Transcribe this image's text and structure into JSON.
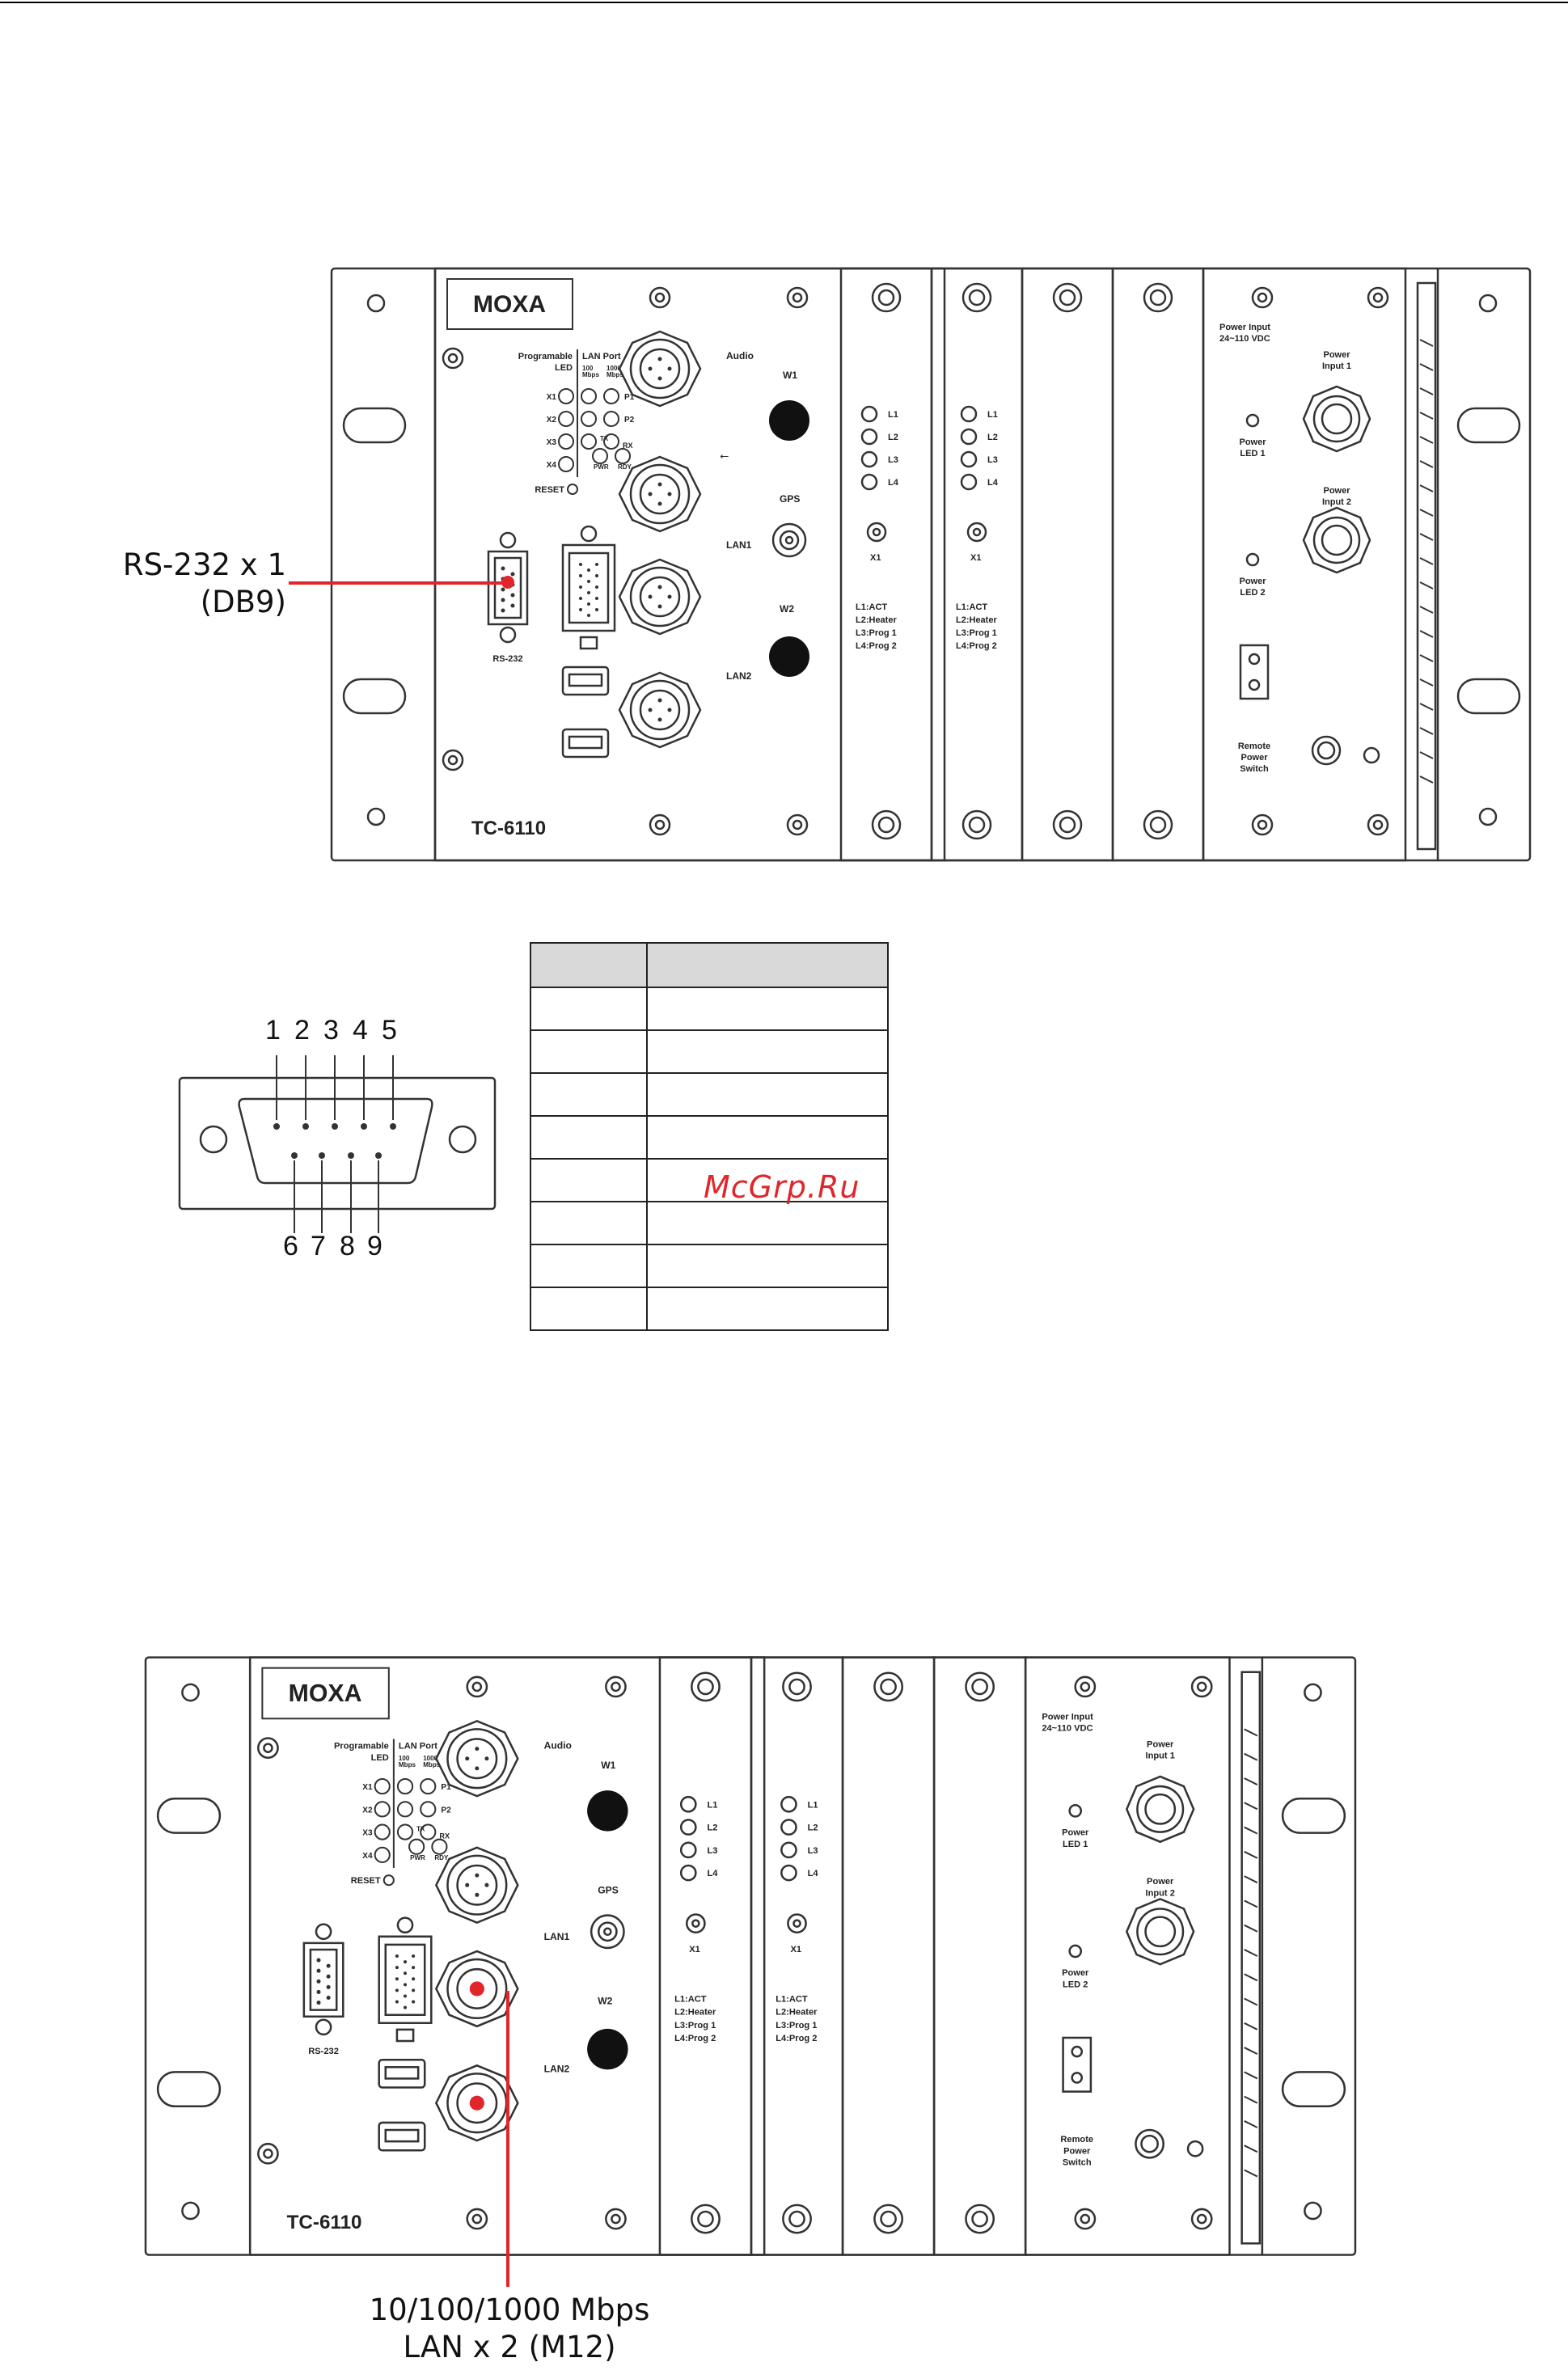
{
  "figure1": {
    "brand": "MOXA",
    "model": "TC-6110",
    "panel": {
      "programable_led": "Programable",
      "led": "LED",
      "lan_port": "LAN Port",
      "mbps100": "100",
      "mbps100_unit": "Mbps",
      "mbps1000": "1000",
      "mbps1000_unit": "Mbps",
      "x1": "X1",
      "x2": "X2",
      "x3": "X3",
      "x4": "X4",
      "p1": "P1",
      "p2": "P2",
      "tx": "TX",
      "rx": "RX",
      "pwr": "PWR",
      "rdy": "RDY",
      "reset": "RESET",
      "audio": "Audio",
      "w1": "W1",
      "gps": "GPS",
      "w2": "W2",
      "lan1": "LAN1",
      "lan2": "LAN2",
      "rs232": "RS-232",
      "card_l1": "L1",
      "card_l2": "L2",
      "card_l3": "L3",
      "card_l4": "L4",
      "card_x1": "X1",
      "legend_1": "L1:ACT",
      "legend_2": "L2:Heater",
      "legend_3": "L3:Prog 1",
      "legend_4": "L4:Prog 2",
      "power_input": "Power Input",
      "power_range": "24~110 VDC",
      "power_input_1a": "Power",
      "power_input_1b": "Input 1",
      "power_input_2a": "Power",
      "power_input_2b": "Input 2",
      "power_led_1a": "Power",
      "power_led_1b": "LED 1",
      "power_led_2a": "Power",
      "power_led_2b": "LED 2",
      "remote_a": "Remote",
      "remote_b": "Power",
      "remote_c": "Switch"
    },
    "callout_line1": "RS-232 x 1",
    "callout_line2": "(DB9)"
  },
  "db9": {
    "top_pins": [
      "1",
      "2",
      "3",
      "4",
      "5"
    ],
    "bottom_pins": [
      "6",
      "7",
      "8",
      "9"
    ]
  },
  "pin_table": {
    "header": [
      "",
      ""
    ],
    "rows": [
      [
        "",
        ""
      ],
      [
        "",
        ""
      ],
      [
        "",
        ""
      ],
      [
        "",
        ""
      ],
      [
        "",
        ""
      ],
      [
        "",
        ""
      ],
      [
        "",
        ""
      ],
      [
        "",
        ""
      ]
    ]
  },
  "watermark": "McGrp.Ru",
  "figure2": {
    "callout_line1": "10/100/1000 Mbps",
    "callout_line2": "LAN x 2 (M12)"
  },
  "colors": {
    "callout_red": "#e0262b",
    "panel_stroke": "#333333"
  }
}
